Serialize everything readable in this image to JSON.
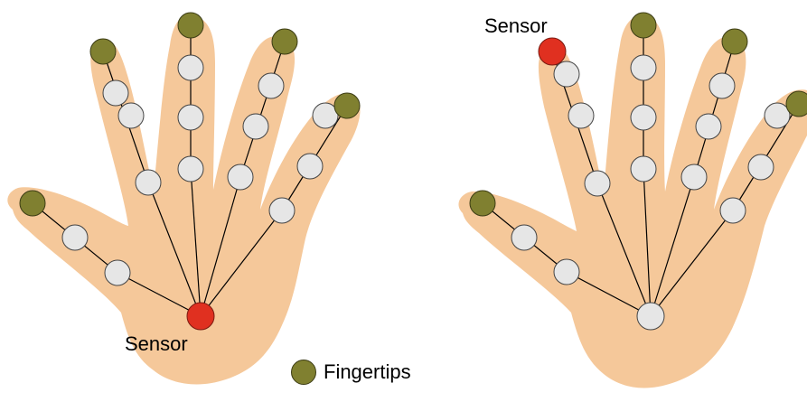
{
  "labels": {
    "sensor_left": "Sensor",
    "sensor_right": "Sensor"
  },
  "legend": {
    "fingertips": "Fingertips"
  },
  "colors": {
    "skin": "#f5c89a",
    "fingertip": "#808030",
    "sensor": "#e03020",
    "joint": "#e6e6e6",
    "line": "#000000"
  }
}
